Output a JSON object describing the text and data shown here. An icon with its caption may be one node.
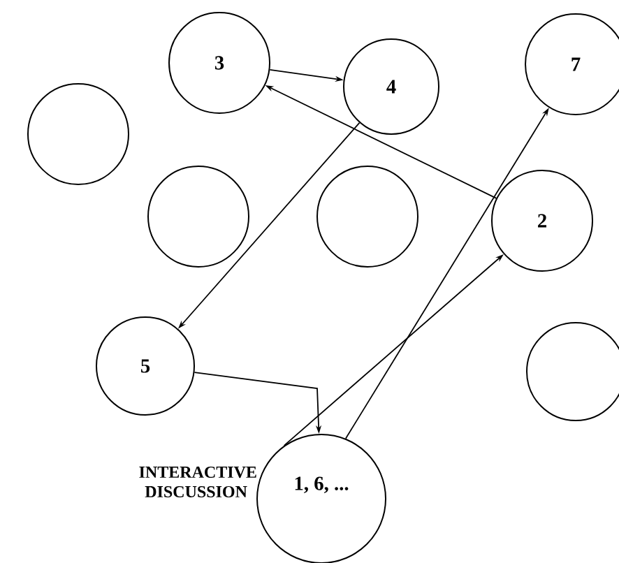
{
  "diagram": {
    "nodes": [
      {
        "text": [
          "3"
        ]
      },
      {
        "text": [
          "4"
        ]
      },
      {
        "text": [
          "7"
        ]
      },
      {
        "text": [],
        "shape": "circle"
      },
      {
        "text": [],
        "shape": "circle"
      },
      {
        "text": [],
        "shape": "circle"
      },
      {
        "text": [
          "2"
        ]
      },
      {
        "text": [
          "5"
        ]
      },
      {
        "text": [],
        "shape": "circle"
      },
      {
        "text": [
          "1, 6, ..."
        ],
        "beside": [
          "INTERACTIVE DISCUSSION"
        ]
      }
    ],
    "edges": [
      {
        "from": 0,
        "to": 1,
        "arrow": "to"
      },
      {
        "from": 6,
        "to": 0,
        "arrow": "to"
      },
      {
        "from": 1,
        "to": 7,
        "arrow": "to"
      },
      {
        "from": 7,
        "to": 9,
        "arrow": "to"
      },
      {
        "from": 9,
        "to": 6,
        "arrow": "to"
      },
      {
        "from": 9,
        "to": 2,
        "arrow": "to"
      }
    ]
  }
}
